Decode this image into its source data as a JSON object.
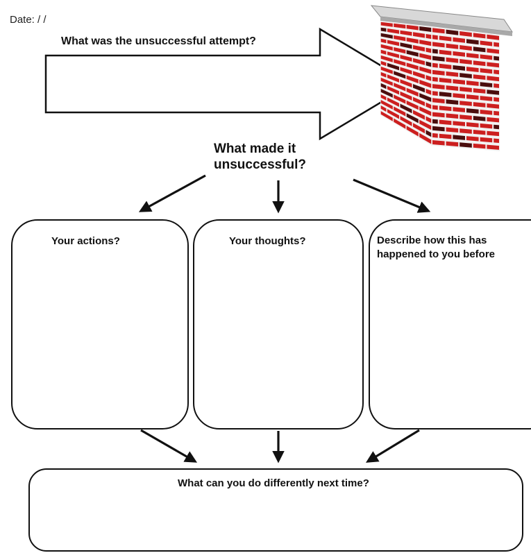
{
  "header": {
    "date_label": "Date:  /    /"
  },
  "arrow": {
    "prompt": "What was the unsuccessful attempt?"
  },
  "cause": {
    "prompt_line1": "What made it",
    "prompt_line2": "unsuccessful?"
  },
  "boxes": [
    {
      "title": "Your actions?"
    },
    {
      "title": "Your thoughts?"
    },
    {
      "title_line1": "Describe how this has",
      "title_line2": "happened to you before"
    }
  ],
  "next_time": {
    "title": "What can you do differently next time?"
  },
  "colors": {
    "brick_red": "#cc1f1f",
    "brick_dark": "#4a0d0d",
    "mortar": "#f2f2f2",
    "wall_cap": "#c9c9c9",
    "outline": "#111111"
  },
  "icons": [
    "brick-wall-icon",
    "big-arrow-icon",
    "down-arrow-icon"
  ]
}
